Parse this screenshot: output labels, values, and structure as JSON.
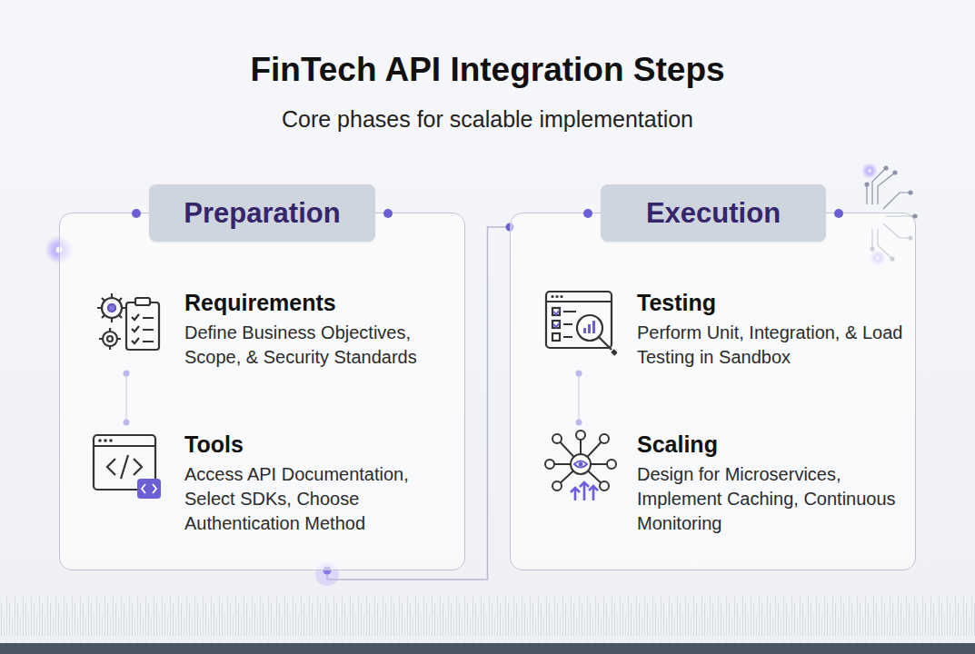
{
  "diagram": {
    "title": "FinTech API Integration Steps",
    "nodes": [
      {
        "text": [
          "Preparation"
        ]
      },
      {
        "text": [
          "Requirements",
          "Define Business Objectives, Scope, & Security Standards"
        ],
        "in": 0
      },
      {
        "text": [
          "Tools",
          "Access API Documentation, Select SDKs, Choose Authentication Method"
        ],
        "in": 0
      },
      {
        "text": [
          "Execution"
        ]
      },
      {
        "text": [
          "Testing",
          "Perform Unit, Integration, & Load Testing in Sandbox"
        ],
        "in": 3
      },
      {
        "text": [
          "Scaling",
          "Design for Microservices, Implement Caching, Continuous Monitoring"
        ],
        "in": 3
      }
    ],
    "edges": [
      {
        "from": 1,
        "to": 2,
        "arrow": "none"
      },
      {
        "from": 4,
        "to": 5,
        "arrow": "none"
      },
      {
        "from": 0,
        "to": 3,
        "arrow": "none"
      }
    ],
    "labels": [
      "Core phases for scalable implementation"
    ]
  }
}
